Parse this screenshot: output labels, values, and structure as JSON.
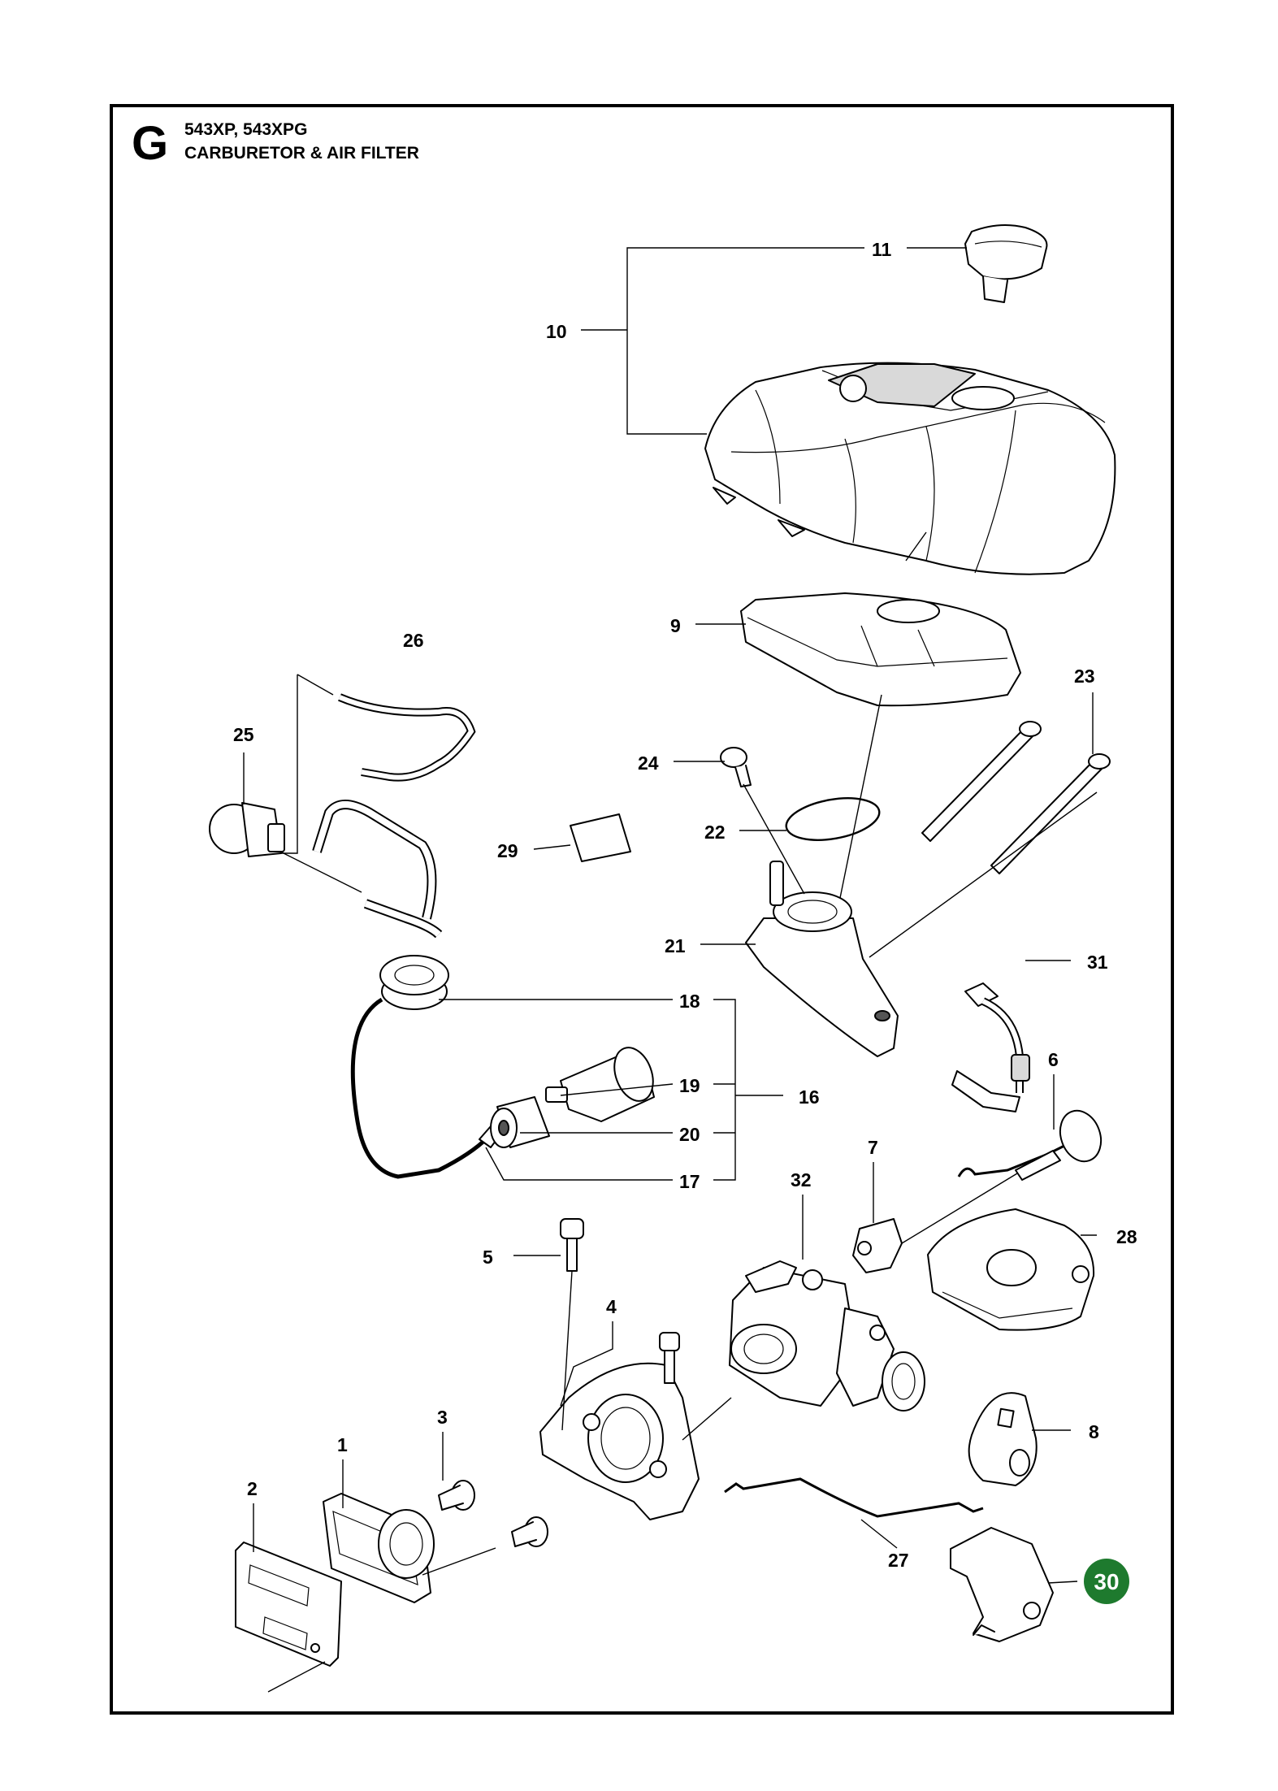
{
  "header": {
    "section_letter": "G",
    "models": "543XP, 543XPG",
    "title": "CARBURETOR & AIR FILTER"
  },
  "page_badge": {
    "number": "30",
    "color": "#1e7a2e"
  },
  "callouts": {
    "c1": "1",
    "c2": "2",
    "c3": "3",
    "c4": "4",
    "c5": "5",
    "c6": "6",
    "c7": "7",
    "c8": "8",
    "c9": "9",
    "c10": "10",
    "c11": "11",
    "c16": "16",
    "c17": "17",
    "c18": "18",
    "c19": "19",
    "c20": "20",
    "c21": "21",
    "c22": "22",
    "c23": "23",
    "c24": "24",
    "c25": "25",
    "c26": "26",
    "c27": "27",
    "c28": "28",
    "c29": "29",
    "c31": "31",
    "c32": "32"
  }
}
